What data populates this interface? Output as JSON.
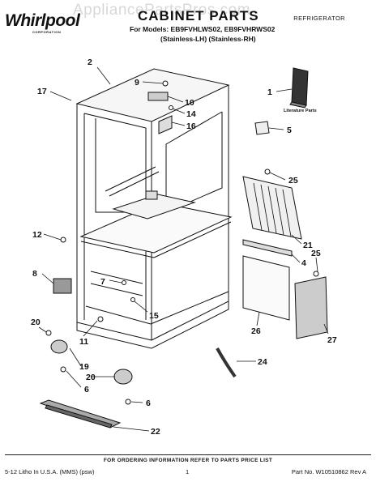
{
  "header": {
    "brand": "Whirlpool",
    "brand_sub": "CORPORATION",
    "title": "CABINET PARTS",
    "models_line": "For Models: EB9FVHLWS02, EB9FVHRWS02",
    "variants_line": "(Stainless-LH)   (Stainless-RH)",
    "category": "REFRIGERATOR"
  },
  "watermark": "AppliancePartsPros.com",
  "callouts": [
    "1",
    "2",
    "4",
    "5",
    "6",
    "6",
    "7",
    "8",
    "9",
    "10",
    "11",
    "12",
    "14",
    "15",
    "16",
    "17",
    "19",
    "20",
    "20",
    "21",
    "22",
    "24",
    "25",
    "25",
    "26",
    "27"
  ],
  "literature_label": "Literature Parts",
  "footer": {
    "note": "FOR ORDERING INFORMATION REFER TO PARTS PRICE LIST",
    "left": "5-12 Litho In U.S.A. (MMS) (psw)",
    "page": "1",
    "right": "Part No. W10510862 Rev A"
  },
  "colors": {
    "line": "#111111",
    "shade": "#bdbdbd",
    "background": "#ffffff"
  }
}
